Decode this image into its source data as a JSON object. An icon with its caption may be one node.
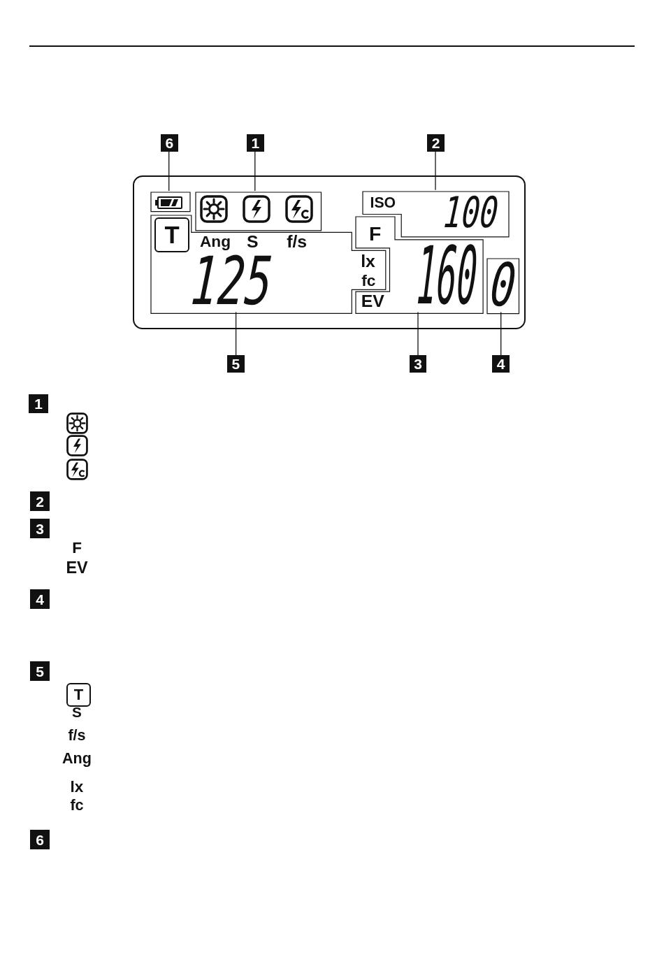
{
  "diagram": {
    "nodes": [
      {
        "text": [],
        "shape": "box"
      },
      {
        "text": [],
        "shape": "box",
        "in": 0
      },
      {
        "text": [],
        "shape": "box",
        "in": 0
      },
      {
        "text": [
          "ISO",
          "100"
        ],
        "in": 0
      },
      {
        "text": [
          "T",
          "Ang",
          "S",
          "f/s",
          "125",
          "lx",
          "fc"
        ],
        "in": 0
      },
      {
        "text": [
          "F",
          "EV",
          "160"
        ],
        "in": 0
      },
      {
        "text": [
          "0"
        ],
        "in": 0
      },
      {
        "text": [
          "6"
        ]
      },
      {
        "text": [
          "1"
        ]
      },
      {
        "text": [
          "2"
        ]
      },
      {
        "text": [
          "5"
        ]
      },
      {
        "text": [
          "3"
        ]
      },
      {
        "text": [
          "4"
        ]
      },
      {
        "text": [
          "1"
        ]
      },
      {
        "text": [
          "2"
        ]
      },
      {
        "text": [
          "3"
        ]
      },
      {
        "text": [
          "4"
        ]
      },
      {
        "text": [
          "5"
        ]
      },
      {
        "text": [
          "6"
        ]
      }
    ],
    "edges": [
      {
        "from": 7,
        "to": 1,
        "arrow": "none"
      },
      {
        "from": 8,
        "to": 2,
        "arrow": "none"
      },
      {
        "from": 9,
        "to": 3,
        "arrow": "none"
      },
      {
        "from": 10,
        "to": 4,
        "arrow": "none"
      },
      {
        "from": 11,
        "to": 5,
        "arrow": "none"
      },
      {
        "from": 12,
        "to": 6,
        "arrow": "none"
      }
    ],
    "labels": [
      "F",
      "EV",
      "T",
      "S",
      "f/s",
      "Ang",
      "lx",
      "fc"
    ]
  }
}
